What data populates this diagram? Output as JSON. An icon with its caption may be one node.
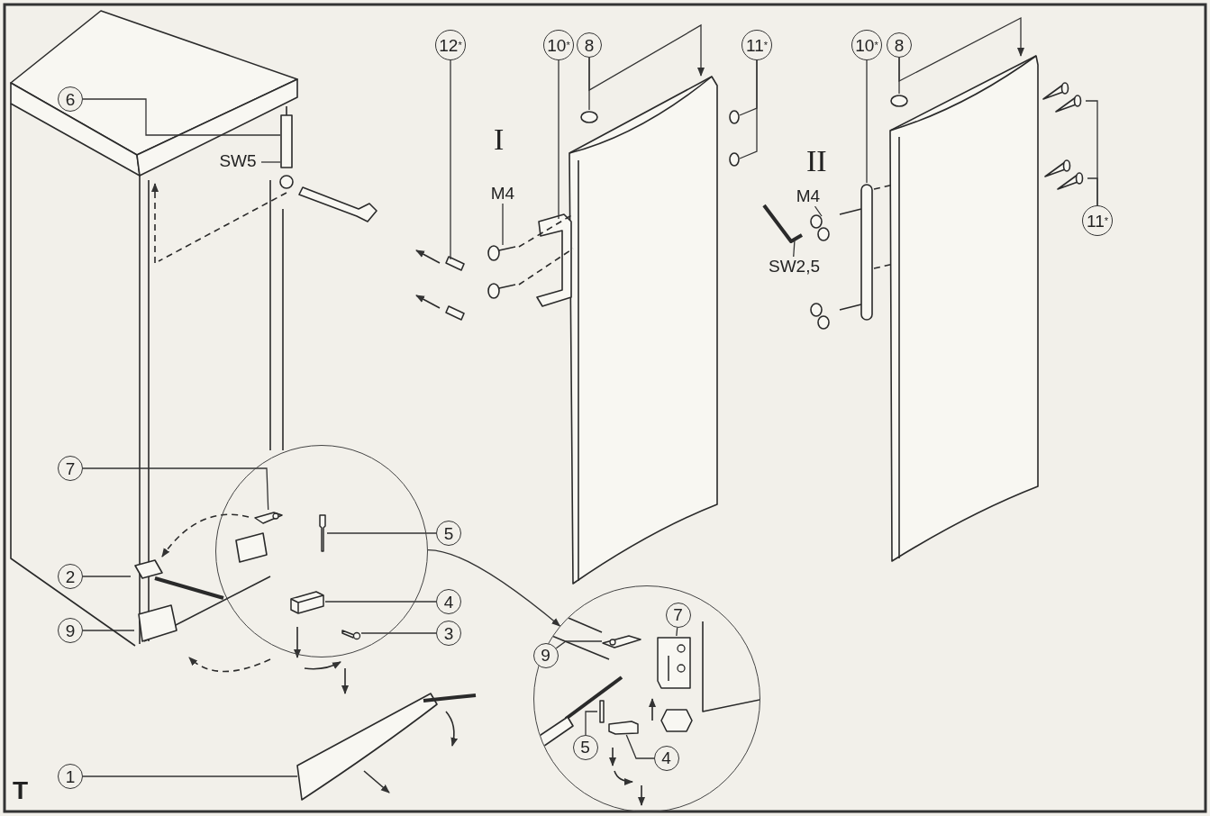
{
  "diagram": {
    "nodes": [
      {
        "text": [
          "12$^{*}$"
        ]
      },
      {
        "text": [
          "10$^{*}$"
        ]
      },
      {
        "text": [
          "8"
        ]
      },
      {
        "text": [
          "11$^{*}$"
        ]
      },
      {
        "text": [
          "10$^{*}$"
        ]
      },
      {
        "text": [
          "8"
        ]
      },
      {
        "text": [
          "6"
        ]
      },
      {
        "text": [
          "SW5"
        ]
      },
      {
        "text": [
          "M4"
        ]
      },
      {
        "text": [
          "M4"
        ]
      },
      {
        "text": [
          "SW2,5"
        ]
      },
      {
        "text": [
          "11$^{*}$"
        ]
      },
      {
        "text": [],
        "shape": "circle"
      },
      {
        "text": [
          "7"
        ]
      },
      {
        "text": [
          "2"
        ]
      },
      {
        "text": [
          "5"
        ]
      },
      {
        "text": [
          "4"
        ]
      },
      {
        "text": [
          "3"
        ]
      },
      {
        "text": [
          "9"
        ]
      },
      {
        "text": [
          "1"
        ]
      },
      {
        "text": [],
        "shape": "circle"
      },
      {
        "text": [
          "9"
        ],
        "in": 20
      },
      {
        "text": [
          "7"
        ],
        "in": 20
      },
      {
        "text": [
          "5"
        ],
        "in": 20
      },
      {
        "text": [
          "4"
        ],
        "in": 20
      },
      {
        "text": [],
        "shape": "picture",
        "in": 12
      },
      {
        "text": [],
        "shape": "picture",
        "in": 12
      },
      {
        "text": [],
        "shape": "picture",
        "in": 12
      },
      {
        "text": [],
        "shape": "box",
        "in": 12
      },
      {
        "text": [],
        "shape": "picture",
        "in": 20
      },
      {
        "text": [],
        "shape": "picture",
        "in": 20
      },
      {
        "text": [],
        "shape": "box",
        "in": 20
      },
      {
        "text": [],
        "shape": "box",
        "in": 20
      }
    ],
    "edges": [
      {
        "from": 0,
        "to": null,
        "arrow": "none"
      },
      {
        "from": 1,
        "to": null,
        "arrow": "none"
      },
      {
        "from": 2,
        "to": null,
        "arrow": "none"
      },
      {
        "from": 2,
        "to": null,
        "arrow": "to"
      },
      {
        "from": 3,
        "to": null,
        "arrow": "none"
      },
      {
        "from": 3,
        "to": null,
        "arrow": "none"
      },
      {
        "from": 4,
        "to": null,
        "arrow": "none"
      },
      {
        "from": 5,
        "to": null,
        "arrow": "none"
      },
      {
        "from": 5,
        "to": null,
        "arrow": "to"
      },
      {
        "from": 6,
        "to": null,
        "arrow": "none"
      },
      {
        "from": 7,
        "to": null,
        "arrow": "none"
      },
      {
        "from": 8,
        "to": null,
        "arrow": "none"
      },
      {
        "from": 9,
        "to": null,
        "arrow": "none"
      },
      {
        "from": 10,
        "to": null,
        "arrow": "none"
      },
      {
        "from": 11,
        "to": null,
        "arrow": "none"
      },
      {
        "from": 11,
        "to": null,
        "arrow": "none"
      },
      {
        "from": 12,
        "to": 20,
        "arrow": "to"
      },
      {
        "from": 13,
        "to": 25,
        "arrow": "none"
      },
      {
        "from": 14,
        "to": null,
        "arrow": "none"
      },
      {
        "from": 15,
        "to": 26,
        "arrow": "none"
      },
      {
        "from": 16,
        "to": 27,
        "arrow": "none"
      },
      {
        "from": 17,
        "to": 28,
        "arrow": "none"
      },
      {
        "from": 18,
        "to": null,
        "arrow": "none"
      },
      {
        "from": 19,
        "to": null,
        "arrow": "none"
      },
      {
        "from": 21,
        "to": 29,
        "arrow": "none"
      },
      {
        "from": 22,
        "to": 30,
        "arrow": "none"
      },
      {
        "from": 23,
        "to": 31,
        "arrow": "none"
      },
      {
        "from": 24,
        "to": 32,
        "arrow": "none"
      }
    ],
    "labels": [
      "I",
      "II",
      "T"
    ]
  }
}
